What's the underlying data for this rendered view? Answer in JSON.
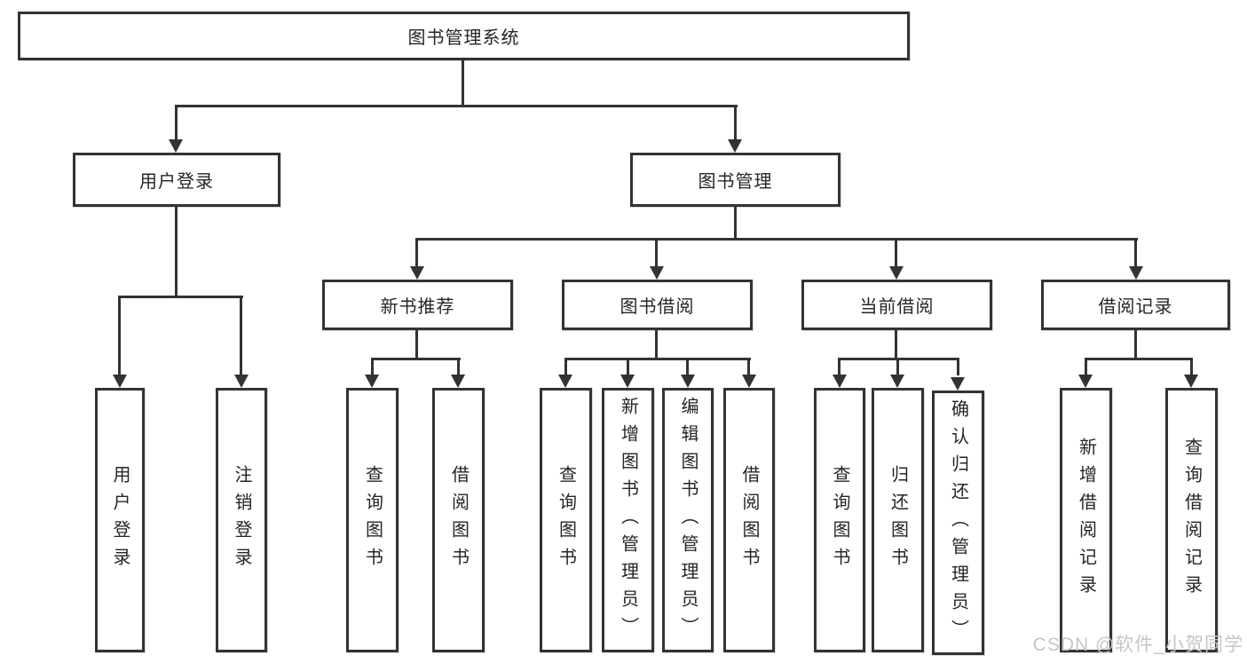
{
  "tree": {
    "root": {
      "label": "图书管理系统"
    },
    "level2": [
      {
        "id": "user-login",
        "label": "用户登录"
      },
      {
        "id": "book-management",
        "label": "图书管理"
      }
    ],
    "level3": [
      {
        "id": "new-book-recommend",
        "label": "新书推荐",
        "parent": "图书管理"
      },
      {
        "id": "book-borrow",
        "label": "图书借阅",
        "parent": "图书管理"
      },
      {
        "id": "current-borrow",
        "label": "当前借阅",
        "parent": "图书管理"
      },
      {
        "id": "borrow-record",
        "label": "借阅记录",
        "parent": "图书管理"
      }
    ],
    "leaves": [
      {
        "id": "user-login-leaf",
        "label": "用户登录",
        "parent": "用户登录"
      },
      {
        "id": "logout-leaf",
        "label": "注销登录",
        "parent": "用户登录"
      },
      {
        "id": "query-book-recommend",
        "label": "查询图书",
        "parent": "新书推荐"
      },
      {
        "id": "borrow-book-recommend",
        "label": "借阅图书",
        "parent": "新书推荐"
      },
      {
        "id": "query-book-borrow",
        "label": "查询图书",
        "parent": "图书借阅"
      },
      {
        "id": "add-book-admin",
        "label": "新增图书（管理员）",
        "parent": "图书借阅"
      },
      {
        "id": "edit-book-admin",
        "label": "编辑图书（管理员）",
        "parent": "图书借阅"
      },
      {
        "id": "borrow-book-borrow",
        "label": "借阅图书",
        "parent": "图书借阅"
      },
      {
        "id": "query-book-current",
        "label": "查询图书",
        "parent": "当前借阅"
      },
      {
        "id": "return-book",
        "label": "归还图书",
        "parent": "当前借阅"
      },
      {
        "id": "confirm-return-admin",
        "label": "确认归还（管理员）",
        "parent": "当前借阅"
      },
      {
        "id": "add-borrow-record",
        "label": "新增借阅记录",
        "parent": "借阅记录"
      },
      {
        "id": "query-borrow-record",
        "label": "查询借阅记录",
        "parent": "借阅记录"
      }
    ]
  },
  "watermark": {
    "label": "CSDN @软件_小贺同学"
  },
  "colors": {
    "line": "#333333",
    "box_border": "#333333",
    "box_background": "#ffffff",
    "text": "#252525",
    "watermark": "#c6c6c6",
    "page_background": "#ffffff"
  }
}
